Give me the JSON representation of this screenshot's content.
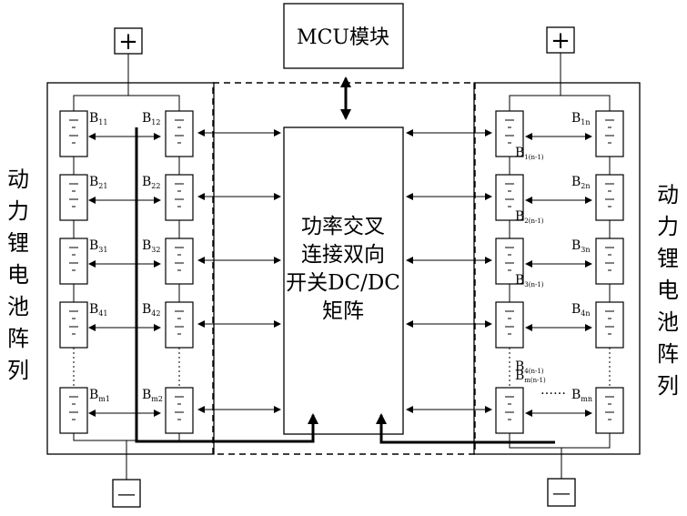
{
  "mcu_label": "MCU模块",
  "matrix_lines": [
    "功率交叉",
    "连接双向",
    "开关DC/DC",
    "矩阵"
  ],
  "side_label_left": [
    "动",
    "力",
    "锂",
    "电",
    "池",
    "阵",
    "列"
  ],
  "side_label_right": [
    "动",
    "力",
    "锂",
    "电",
    "池",
    "阵",
    "列"
  ],
  "terminal_plus": "+",
  "terminal_minus": "—",
  "ellipsis": "……",
  "left_col1": [
    {
      "main": "B",
      "sub": "11"
    },
    {
      "main": "B",
      "sub": "21"
    },
    {
      "main": "B",
      "sub": "31"
    },
    {
      "main": "B",
      "sub": "41"
    },
    {
      "main": "B",
      "sub": "m1"
    }
  ],
  "left_col2": [
    {
      "main": "B",
      "sub": "12"
    },
    {
      "main": "B",
      "sub": "22"
    },
    {
      "main": "B",
      "sub": "32"
    },
    {
      "main": "B",
      "sub": "42"
    },
    {
      "main": "B",
      "sub": "m2"
    }
  ],
  "right_col1": [
    {
      "main": "B",
      "sub": "1(n-1)"
    },
    {
      "main": "B",
      "sub": "2(n-1)"
    },
    {
      "main": "B",
      "sub": "3(n-1)"
    },
    {
      "main": "B",
      "sub": "4(n-1)"
    },
    {
      "main": "B",
      "sub": "m(n-1)"
    }
  ],
  "right_col2": [
    {
      "main": "B",
      "sub": "1n"
    },
    {
      "main": "B",
      "sub": "2n"
    },
    {
      "main": "B",
      "sub": "3n"
    },
    {
      "main": "B",
      "sub": "4n"
    },
    {
      "main": "B",
      "sub": "mn"
    }
  ]
}
